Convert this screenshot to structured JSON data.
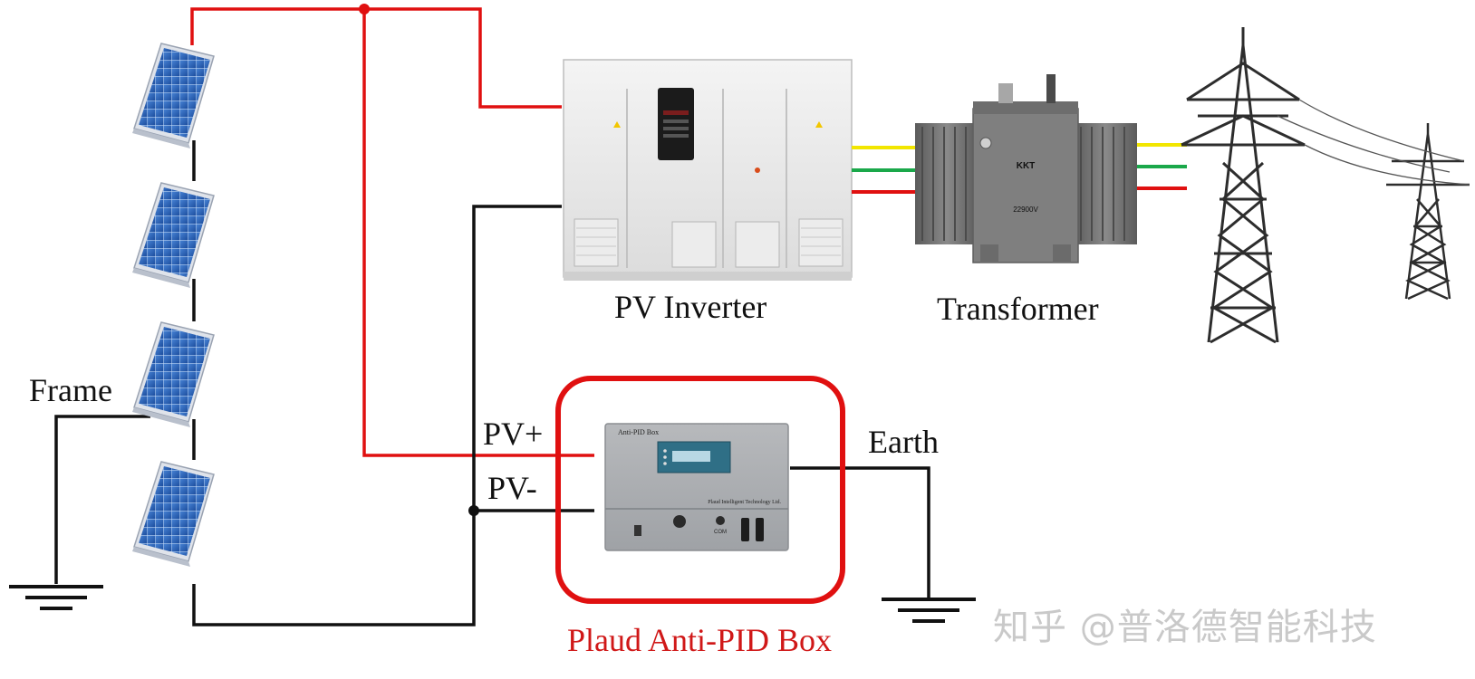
{
  "labels": {
    "frame": "Frame",
    "pv_inverter": "PV Inverter",
    "transformer": "Transformer",
    "pv_plus": "PV+",
    "pv_minus": "PV-",
    "earth": "Earth",
    "anti_pid_box": "Plaud Anti-PID Box"
  },
  "device_text": {
    "box_header": "Anti-PID Box",
    "box_maker": "Plaud Intelligent Technology Ltd.",
    "box_com": "COM",
    "transformer_brand": "KKT",
    "transformer_rating": "22900V"
  },
  "watermark": "知乎 @普洛德智能科技",
  "colors": {
    "positive_wire": "#e01010",
    "negative_wire": "#111111",
    "highlight": "#e01010",
    "phase_yellow": "#f2e600",
    "phase_green": "#1aa84a",
    "phase_red": "#e01010",
    "panel_blue": "#2a5fb0"
  },
  "icons": {
    "solar_panel": "solar-panel-icon",
    "ground": "ground-symbol-icon",
    "pylon": "transmission-tower-icon"
  }
}
